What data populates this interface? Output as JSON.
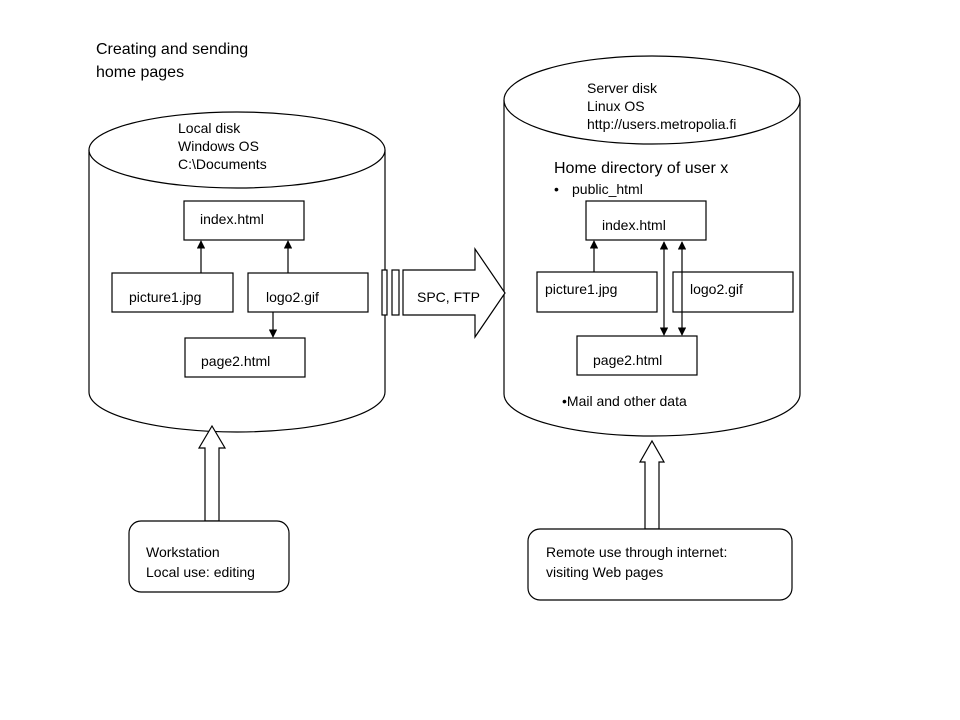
{
  "title": {
    "line1": "Creating and sending",
    "line2": "home pages"
  },
  "local": {
    "label1": "Local disk",
    "label2": "Windows OS",
    "label3": "C:\\Documents",
    "files": {
      "index": "index.html",
      "picture": "picture1.jpg",
      "logo": "logo2.gif",
      "page2": "page2.html"
    }
  },
  "transfer": {
    "label": "SPC, FTP"
  },
  "server": {
    "label1": "Server disk",
    "label2": "Linux OS",
    "label3": "http://users.metropolia.fi",
    "home_dir": "Home directory of user x",
    "public_bullet": "•",
    "public": "public_html",
    "files": {
      "index": "index.html",
      "picture": "picture1.jpg",
      "logo": "logo2.gif",
      "page2": "page2.html"
    },
    "mail": "•Mail and other data"
  },
  "workstation": {
    "line1": "Workstation",
    "line2": "Local use: editing"
  },
  "remote": {
    "line1": "Remote use through internet:",
    "line2": "visiting Web pages"
  }
}
